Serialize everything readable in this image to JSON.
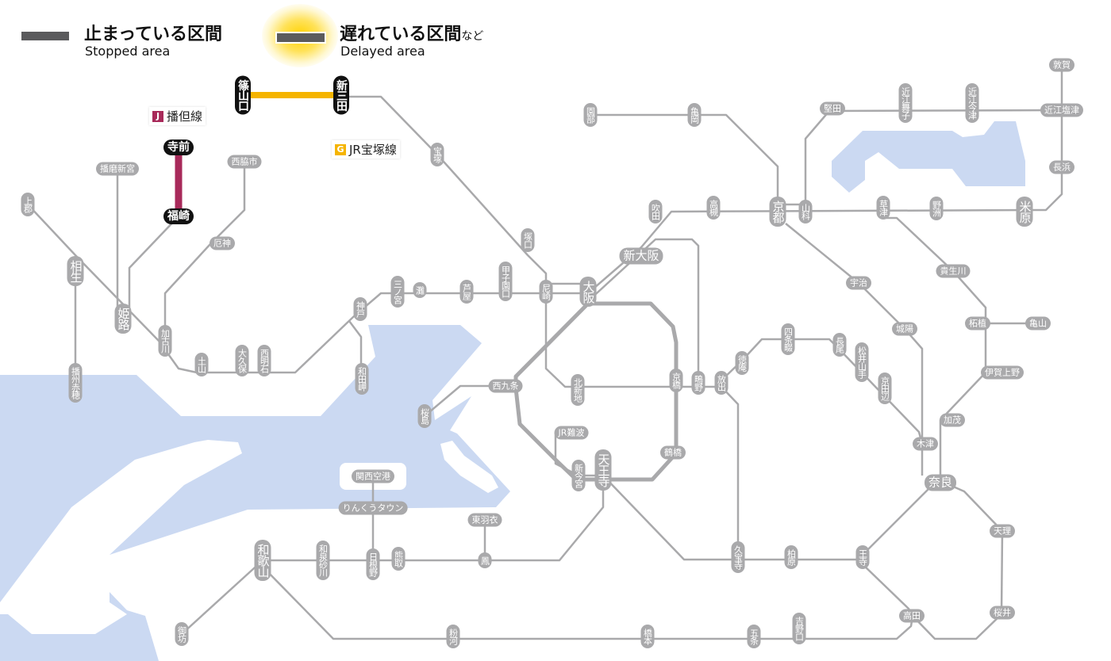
{
  "legend": {
    "stopped_jp": "止まっている区間",
    "stopped_en": "Stopped area",
    "delayed_jp": "遅れている区間",
    "delayed_suffix": "など",
    "delayed_en": "Delayed area"
  },
  "lines": {
    "bantan": {
      "badge": "J",
      "name": "播但線",
      "color": "#a82a5a",
      "status": "stopped"
    },
    "takarazuka": {
      "badge": "G",
      "name": "JR宝塚線",
      "color": "#f5b400",
      "status": "delayed"
    }
  },
  "colors": {
    "line": "#a9a9ab",
    "water": "#cbd9f2",
    "stopped": "#a82a5a",
    "delayed": "#f5b400"
  },
  "stations": {
    "kamigori": "上郡",
    "aioi": "相生",
    "banshuako": "播州赤穂",
    "harimashingu": "播磨新宮",
    "himeji": "姫路",
    "teramae": "寺前",
    "fukusaki": "福崎",
    "nishiwakishi": "西脇市",
    "yakujin": "厄神",
    "kakogawa": "加古川",
    "dozan": "土山",
    "okubo": "大久保",
    "nishiakashi": "西明石",
    "kobe": "神戸",
    "wadamisaki": "和田岬",
    "sannomiya": "三ノ宮",
    "nada": "灘",
    "ashiya": "芦屋",
    "koshienguchi": "甲子園口",
    "amagasaki": "尼崎",
    "osaka": "大阪",
    "tsukaguchi": "塚口",
    "takarazuka": "宝塚",
    "shinsanda": "新三田",
    "sasayamaguchi": "篠山口",
    "sonobe": "園部",
    "kameoka": "亀岡",
    "kyoto": "京都",
    "yamashina": "山科",
    "katata": "堅田",
    "omimaiko": "近江舞子",
    "omiimazu": "近江今津",
    "tsuruga": "敦賀",
    "omishiotsu": "近江塩津",
    "nagahama": "長浜",
    "maibara": "米原",
    "kusatsu": "草津",
    "yasu": "野洲",
    "suita": "吹田",
    "takatsuki": "高槻",
    "shinosaka": "新大阪",
    "uji": "宇治",
    "kibukawa": "貴生川",
    "joyo": "城陽",
    "tsuge": "柘植",
    "kameyama": "亀山",
    "igaueno": "伊賀上野",
    "kamo": "加茂",
    "kizu": "木津",
    "nara": "奈良",
    "shijonawate": "四条畷",
    "nagao": "長尾",
    "matsuiyamate": "松井山手",
    "kyotanabe": "京田辺",
    "tokuan": "徳庵",
    "hanaten": "放出",
    "shigino": "鴫野",
    "kyobashi": "京橋",
    "kitashinchi": "北新地",
    "nishikujo": "西九条",
    "sakurajima": "桜島",
    "jrnamba": "JR難波",
    "shinimamiya": "新今宮",
    "tennoji": "天王寺",
    "tsuruhashi": "鶴橋",
    "kyuhoji": "久宝寺",
    "kashiwara": "柏原",
    "oji": "王寺",
    "tenri": "天理",
    "sakurai": "桜井",
    "takada": "高田",
    "yoshinoguchi": "吉野口",
    "gojo": "五条",
    "hashimoto": "橋本",
    "kokawa": "粉河",
    "wakayama": "和歌山",
    "gobo": "御坊",
    "izumisunagawa": "和泉砂川",
    "hineno": "日根野",
    "kumatori": "熊取",
    "otori": "鳳",
    "higashihagoromo": "東羽衣",
    "rinkutown": "りんくうタウン",
    "kansaiairport": "関西空港"
  }
}
